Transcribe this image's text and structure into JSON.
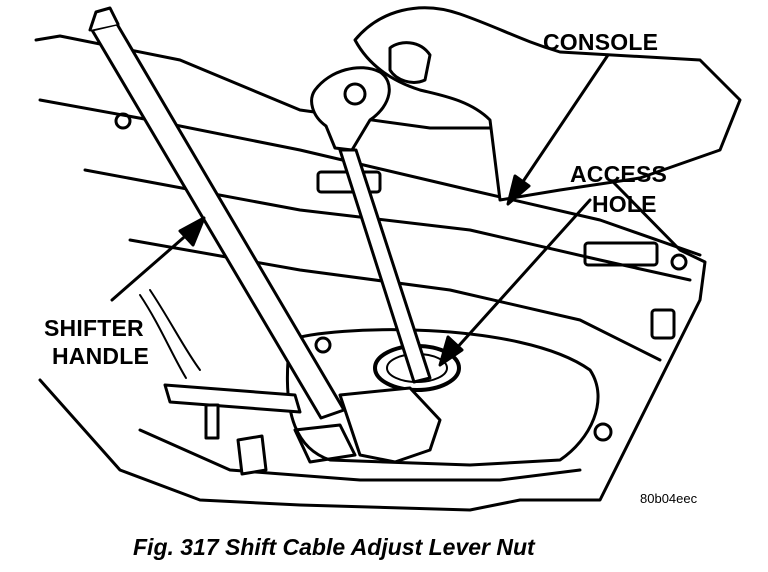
{
  "figure": {
    "labels": {
      "console": "CONSOLE",
      "access_hole_line1": "ACCESS",
      "access_hole_line2": "HOLE",
      "shifter_handle_line1": "SHIFTER",
      "shifter_handle_line2": "HANDLE"
    },
    "image_code": "80b04eec",
    "caption": "Fig. 317 Shift Cable Adjust Lever Nut"
  },
  "colors": {
    "ink": "#000000",
    "paper": "#ffffff"
  }
}
